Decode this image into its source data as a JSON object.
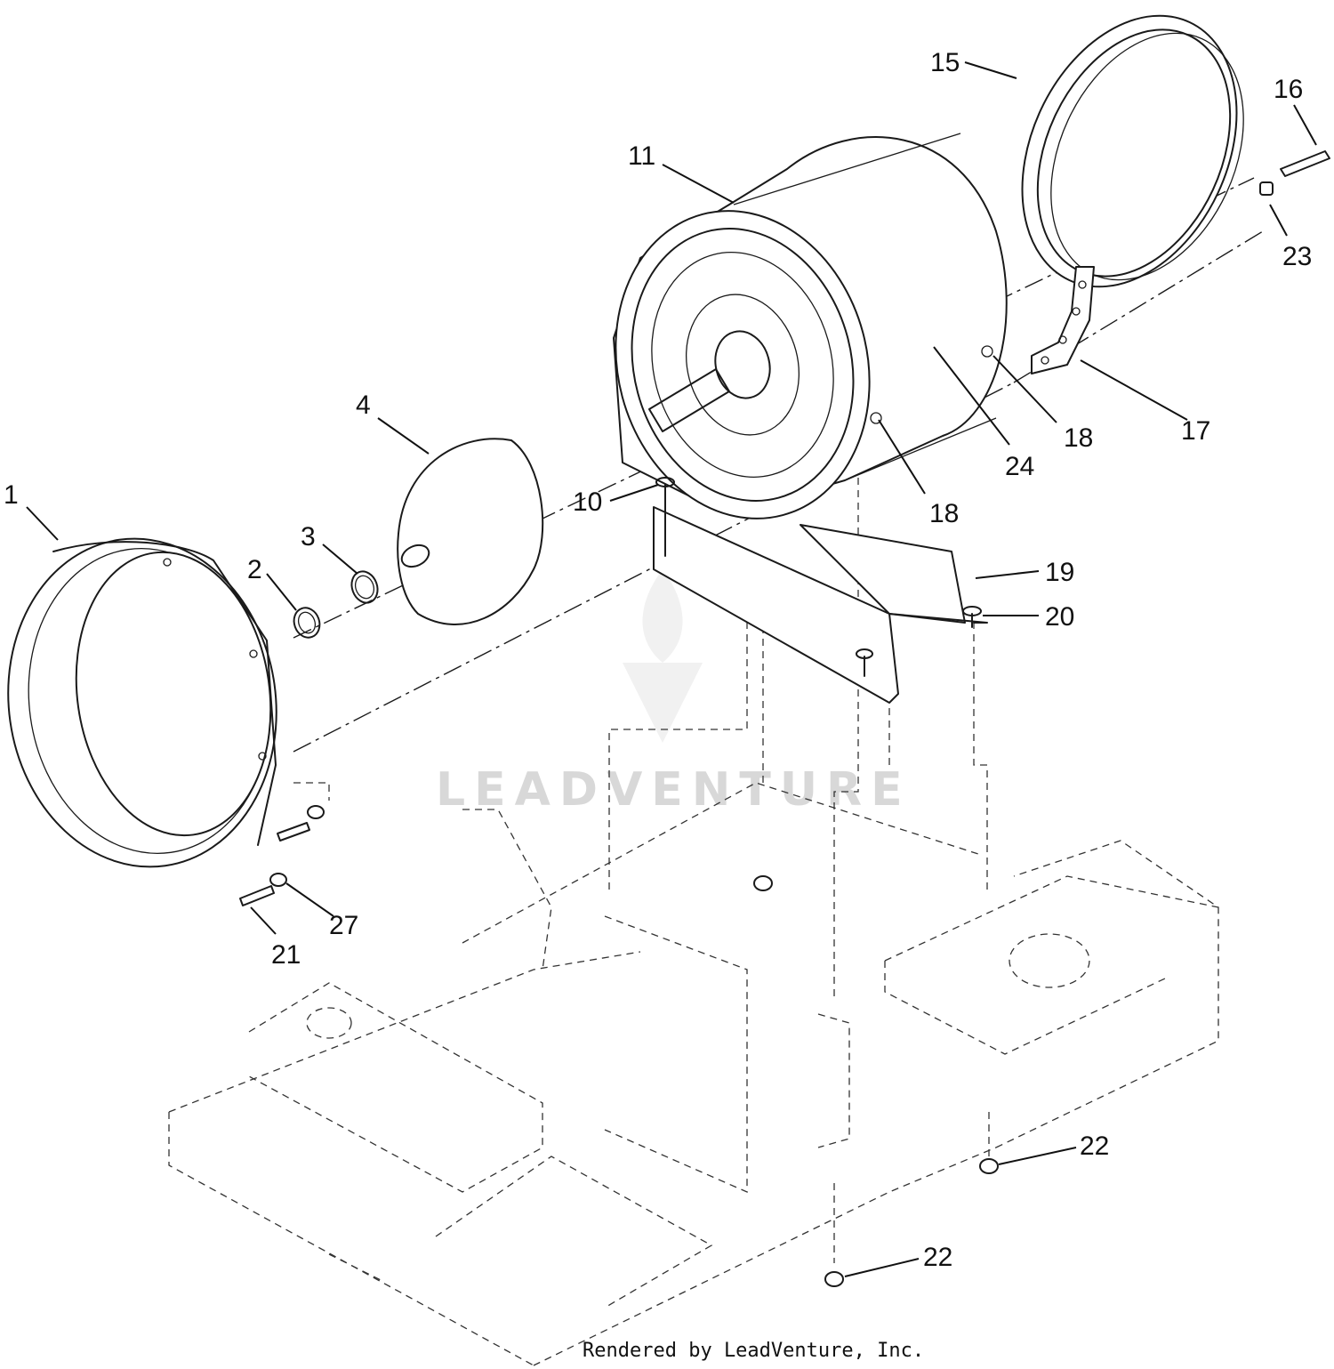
{
  "diagram": {
    "callouts": [
      {
        "id": "c1",
        "label": "1"
      },
      {
        "id": "c2",
        "label": "2"
      },
      {
        "id": "c3",
        "label": "3"
      },
      {
        "id": "c4",
        "label": "4"
      },
      {
        "id": "c10",
        "label": "10"
      },
      {
        "id": "c11",
        "label": "11"
      },
      {
        "id": "c15",
        "label": "15"
      },
      {
        "id": "c16",
        "label": "16"
      },
      {
        "id": "c17",
        "label": "17"
      },
      {
        "id": "c18a",
        "label": "18"
      },
      {
        "id": "c18b",
        "label": "18"
      },
      {
        "id": "c19",
        "label": "19"
      },
      {
        "id": "c20",
        "label": "20"
      },
      {
        "id": "c21",
        "label": "21"
      },
      {
        "id": "c22a",
        "label": "22"
      },
      {
        "id": "c22b",
        "label": "22"
      },
      {
        "id": "c23",
        "label": "23"
      },
      {
        "id": "c24",
        "label": "24"
      },
      {
        "id": "c27",
        "label": "27"
      }
    ],
    "watermark": "LEADVENTURE",
    "footer": "Rendered by LeadVenture, Inc."
  },
  "colors": {
    "line": "#1a1a1a",
    "watermark": "#d8d8d8",
    "background": "#ffffff"
  }
}
